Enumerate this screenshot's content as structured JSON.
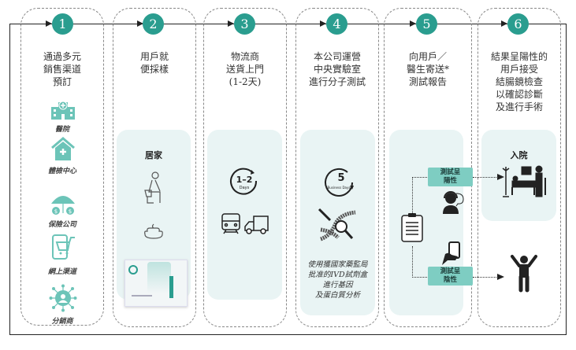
{
  "colors": {
    "accent": "#2a9d8f",
    "panel": "#e9f4f4",
    "icon_teal": "#6cc4b8",
    "badge": "#7ecdc2"
  },
  "steps": [
    {
      "number": "1",
      "title": "通過多元\n銷售渠道\n預訂",
      "channels": [
        {
          "icon": "hospital-icon",
          "label": "醫院"
        },
        {
          "icon": "health-center-icon",
          "label": "體檢中心"
        },
        {
          "icon": "insurance-umbrella-icon",
          "label": "保險公司"
        },
        {
          "icon": "online-shopping-icon",
          "label": "網上渠道"
        },
        {
          "icon": "distributor-network-icon",
          "label": "分銷商"
        }
      ]
    },
    {
      "number": "2",
      "title": "用戶就\n便採樣",
      "panel_title": "居家"
    },
    {
      "number": "3",
      "title": "物流商\n送貨上門\n(1-2天)",
      "days_icon_text": "1–2",
      "days_icon_sub": "Days"
    },
    {
      "number": "4",
      "title": "本公司運營\n中央實驗室\n進行分子測試",
      "days_icon_text": "5",
      "days_icon_sub": "Business Days",
      "note": "使用獲國家藥監局\n批准的IVD試劑盒\n進行基因\n及蛋白質分析"
    },
    {
      "number": "5",
      "title": "向用戶／\n醫生寄送*\n測試報告",
      "positive_badge": "測試呈\n陽性",
      "negative_badge": "測試呈\n陰性"
    },
    {
      "number": "6",
      "title": "結果呈陽性的\n用戶接受\n結腸鏡檢查\n以確認診斷\n及進行手術",
      "panel_title": "入院"
    }
  ]
}
